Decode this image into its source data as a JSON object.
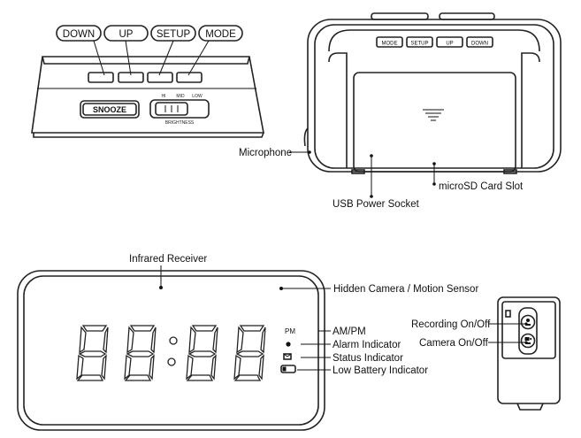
{
  "top_view": {
    "buttons": [
      {
        "id": "down",
        "label": "DOWN"
      },
      {
        "id": "up",
        "label": "UP"
      },
      {
        "id": "setup",
        "label": "SETUP"
      },
      {
        "id": "mode",
        "label": "MODE"
      }
    ],
    "snooze_label": "SNOOZE",
    "brightness": {
      "hi": "HI",
      "mid": "MID",
      "low": "LOW",
      "caption": "BRIGHTNESS"
    }
  },
  "back_view": {
    "buttons": [
      "MODE",
      "SETUP",
      "UP",
      "DOWN"
    ],
    "labels": {
      "microphone": "Microphone",
      "usb_socket": "USB Power Socket",
      "microsd_slot": "microSD Card Slot"
    }
  },
  "front_view": {
    "labels": {
      "infrared_receiver": "Infrared Receiver",
      "hidden_camera": "Hidden Camera / Motion Sensor",
      "am_pm": "AM/PM",
      "alarm_indicator": "Alarm Indicator",
      "status_indicator": "Status Indicator",
      "low_battery": "Low Battery Indicator"
    },
    "pm_text": "PM"
  },
  "remote": {
    "labels": {
      "recording": "Recording On/Off",
      "camera": "Camera On/Off"
    }
  }
}
